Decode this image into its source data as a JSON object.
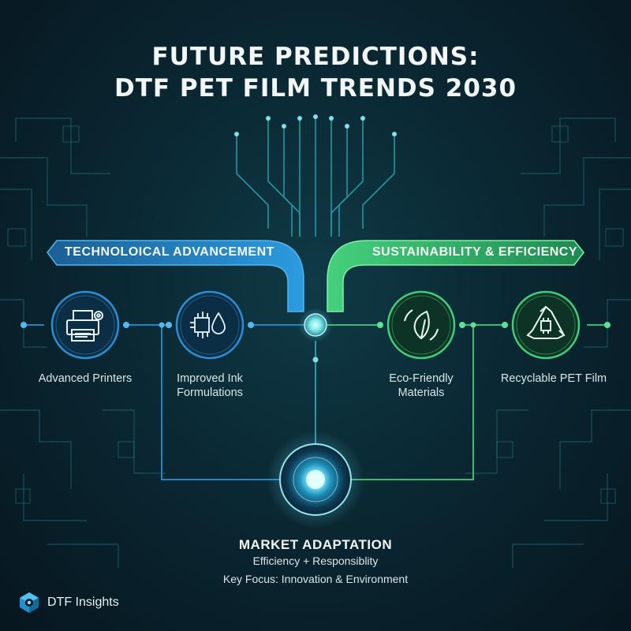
{
  "title": {
    "line1": "FUTURE PREDICTIONS:",
    "line2": "DTF PET FILM TRENDS 2030"
  },
  "left_branch": {
    "header": "TECHNOLOICAL ADVANCEMENT",
    "color": "#2a8fd6",
    "nodes": [
      {
        "label": "Advanced Printers",
        "icon": "printer-gear-icon"
      },
      {
        "label_line1": "Improved Ink",
        "label_line2": "Formulations",
        "icon": "ink-drop-circuit-icon"
      }
    ]
  },
  "right_branch": {
    "header": "SUSTAINABILITY & EFFICIENCY",
    "color": "#3fcf7a",
    "nodes": [
      {
        "label_line1": "Eco-Friendly",
        "label_line2": "Materials",
        "icon": "leaf-cycle-icon"
      },
      {
        "label": "Recyclable PET Film",
        "icon": "recycle-chip-icon"
      }
    ]
  },
  "center": {
    "title": "MARKET ADAPTATION",
    "subtitle": "Efficiency + Responsiblity",
    "focus": "Key Focus: Innovation & Environment"
  },
  "brand": {
    "name": "DTF Insights",
    "icon": "hexagon-logo-icon"
  },
  "colors": {
    "blue": "#2a8fd6",
    "green": "#3fcf7a",
    "background": "#0a2833"
  }
}
